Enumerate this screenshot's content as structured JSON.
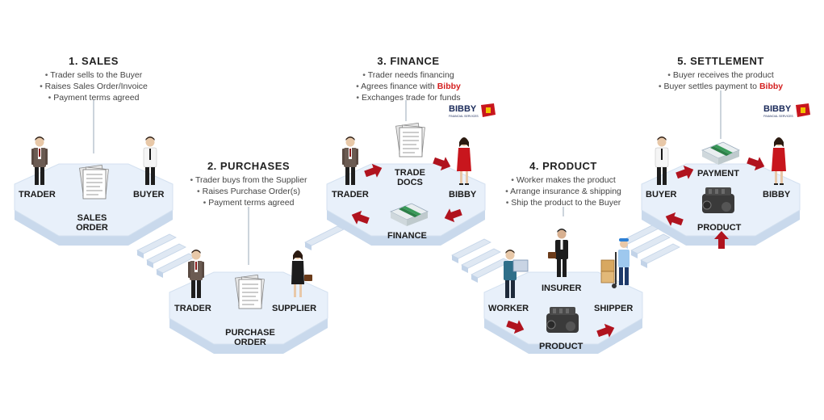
{
  "colors": {
    "platform_top": "#e8f0fa",
    "platform_side": "#c9d9ec",
    "arrow": "#b0131e",
    "brand_red": "#d42020"
  },
  "stages": {
    "sales": {
      "title": "1. SALES",
      "bullets": [
        "Trader sells to the Buyer",
        "Raises Sales Order/Invoice",
        "Payment terms agreed"
      ],
      "labels": {
        "left": "TRADER",
        "right": "BUYER",
        "doc_line1": "SALES",
        "doc_line2": "ORDER"
      }
    },
    "purchases": {
      "title": "2. PURCHASES",
      "bullets": [
        "Trader buys from the Supplier",
        "Raises Purchase Order(s)",
        "Payment terms agreed"
      ],
      "labels": {
        "left": "TRADER",
        "right": "SUPPLIER",
        "doc_line1": "PURCHASE",
        "doc_line2": "ORDER"
      }
    },
    "finance": {
      "title": "3. FINANCE",
      "bullet1": "Trader needs financing",
      "bullet2_prefix": "Agrees finance with ",
      "bullet2_brand": "Bibby",
      "bullet3": "Exchanges trade for funds",
      "labels": {
        "left": "TRADER",
        "right": "BIBBY",
        "docs_line1": "TRADE",
        "docs_line2": "DOCS",
        "bottom": "FINANCE"
      }
    },
    "product": {
      "title": "4. PRODUCT",
      "bullets": [
        "Worker makes the product",
        "Arrange insurance & shipping",
        "Ship the product to the Buyer"
      ],
      "labels": {
        "left": "WORKER",
        "middle": "INSURER",
        "right": "SHIPPER",
        "bottom": "PRODUCT"
      }
    },
    "settlement": {
      "title": "5. SETTLEMENT",
      "bullet1": "Buyer receives the product",
      "bullet2_prefix": "Buyer settles payment to ",
      "bullet2_brand": "Bibby",
      "labels": {
        "left": "BUYER",
        "right": "BIBBY",
        "top": "PAYMENT",
        "bottom": "PRODUCT"
      }
    }
  },
  "logo": {
    "text": "BIBBY",
    "subtext": "FINANCIAL SERVICES"
  }
}
